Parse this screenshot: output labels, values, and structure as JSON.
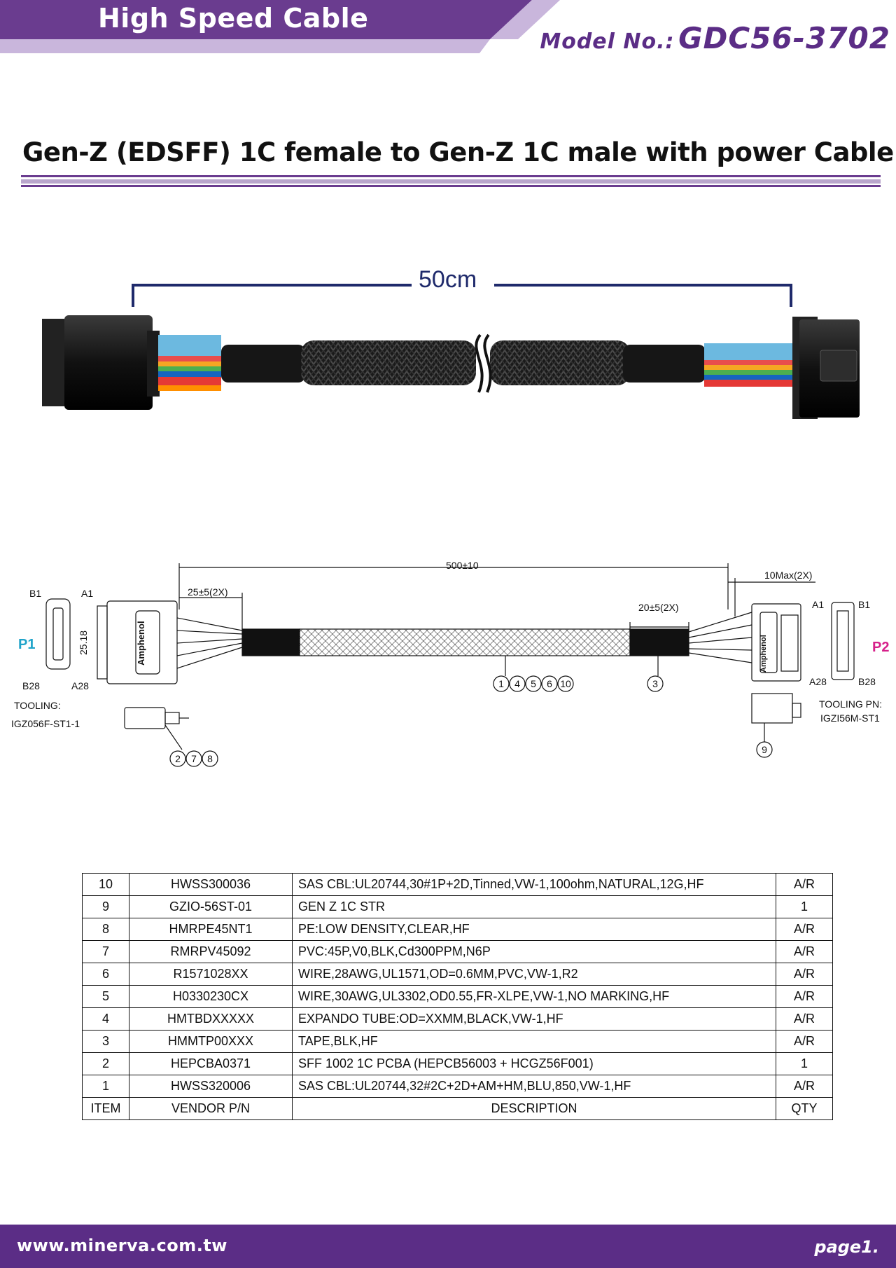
{
  "header": {
    "title": "High Speed Cable",
    "model_label": "Model No.:",
    "model_number": "GDC56-3702"
  },
  "subtitle": "Gen-Z (EDSFF) 1C female to Gen-Z 1C male with power Cable",
  "photo": {
    "length_label": "50cm"
  },
  "drawing": {
    "overall_length": "500±10",
    "p1_tail": "25±5(2X)",
    "p2_tail": "20±5(2X)",
    "p2_max": "10Max(2X)",
    "p1_label": "P1",
    "p2_label": "P2",
    "p1_width": "25.18",
    "p1_pins": {
      "b1": "B1",
      "a1": "A1",
      "b28": "B28",
      "a28": "A28"
    },
    "p2_pins": {
      "a1": "A1",
      "b1": "B1",
      "a28": "A28",
      "b28": "B28"
    },
    "tooling_p1_label": "TOOLING:",
    "tooling_p1_pn": "IGZ056F-ST1-1",
    "tooling_p2_label": "TOOLING PN:",
    "tooling_p2_pn": "IGZI56M-ST1",
    "brand": "Amphenol",
    "callouts": {
      "cable": [
        "1",
        "4",
        "5",
        "6",
        "10"
      ],
      "tape": [
        "3"
      ],
      "p1_pcba": [
        "2",
        "7",
        "8"
      ],
      "p2_connector": [
        "9"
      ]
    }
  },
  "bom": {
    "header": {
      "item": "ITEM",
      "vendor_pn": "VENDOR P/N",
      "description": "DESCRIPTION",
      "qty": "QTY"
    },
    "rows": [
      {
        "item": "10",
        "vendor_pn": "HWSS300036",
        "description": "SAS CBL:UL20744,30#1P+2D,Tinned,VW-1,100ohm,NATURAL,12G,HF",
        "qty": "A/R"
      },
      {
        "item": "9",
        "vendor_pn": "GZIO-56ST-01",
        "description": "GEN Z 1C STR",
        "qty": "1"
      },
      {
        "item": "8",
        "vendor_pn": "HMRPE45NT1",
        "description": "PE:LOW DENSITY,CLEAR,HF",
        "qty": "A/R"
      },
      {
        "item": "7",
        "vendor_pn": "RMRPV45092",
        "description": "PVC:45P,V0,BLK,Cd300PPM,N6P",
        "qty": "A/R"
      },
      {
        "item": "6",
        "vendor_pn": "R1571028XX",
        "description": "WIRE,28AWG,UL1571,OD=0.6MM,PVC,VW-1,R2",
        "qty": "A/R"
      },
      {
        "item": "5",
        "vendor_pn": "H0330230CX",
        "description": "WIRE,30AWG,UL3302,OD0.55,FR-XLPE,VW-1,NO MARKING,HF",
        "qty": "A/R"
      },
      {
        "item": "4",
        "vendor_pn": "HMTBDXXXXX",
        "description": "EXPANDO TUBE:OD=XXMM,BLACK,VW-1,HF",
        "qty": "A/R"
      },
      {
        "item": "3",
        "vendor_pn": "HMMTP00XXX",
        "description": "TAPE,BLK,HF",
        "qty": "A/R"
      },
      {
        "item": "2",
        "vendor_pn": "HEPCBA0371",
        "description": "SFF 1002 1C PCBA (HEPCB56003 + HCGZ56F001)",
        "qty": "1"
      },
      {
        "item": "1",
        "vendor_pn": "HWSS320006",
        "description": "SAS CBL:UL20744,32#2C+2D+AM+HM,BLU,850,VW-1,HF",
        "qty": "A/R"
      }
    ]
  },
  "footer": {
    "url": "www.minerva.com.tw",
    "page": "page1."
  },
  "colors": {
    "purple": "#5b2d86",
    "light_purple": "#c9b6dc",
    "p1_label": "#1fa3c9",
    "p2_label": "#d6208a"
  }
}
